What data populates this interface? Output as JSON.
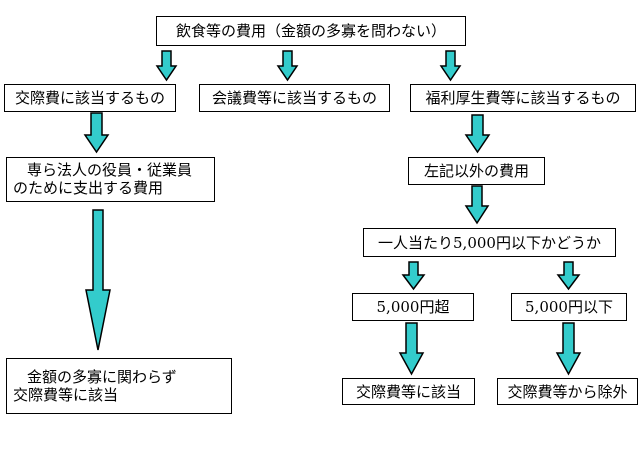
{
  "colors": {
    "arrow_fill": "#33cccc",
    "arrow_stroke": "#000000",
    "box_border": "#000000"
  },
  "nodes": {
    "top": "飲食等の費用（金額の多寡を問わない）",
    "entertainment": "交際費に該当するもの",
    "meeting": "会議費等に該当するもの",
    "welfare": "福利厚生費等に該当するもの",
    "officers_line1": "専ら法人の役員・従業員",
    "officers_line2": "のために支出する費用",
    "other_expenses": "左記以外の費用",
    "per_person_question": "一人当たり5,000円以下かどうか",
    "over_5000": "5,000円超",
    "under_5000": "5,000円以下",
    "regardless_line1": "金額の多寡に関わらず",
    "regardless_line2": "交際費等に該当",
    "is_entertainment": "交際費等に該当",
    "excluded": "交際費等から除外"
  }
}
